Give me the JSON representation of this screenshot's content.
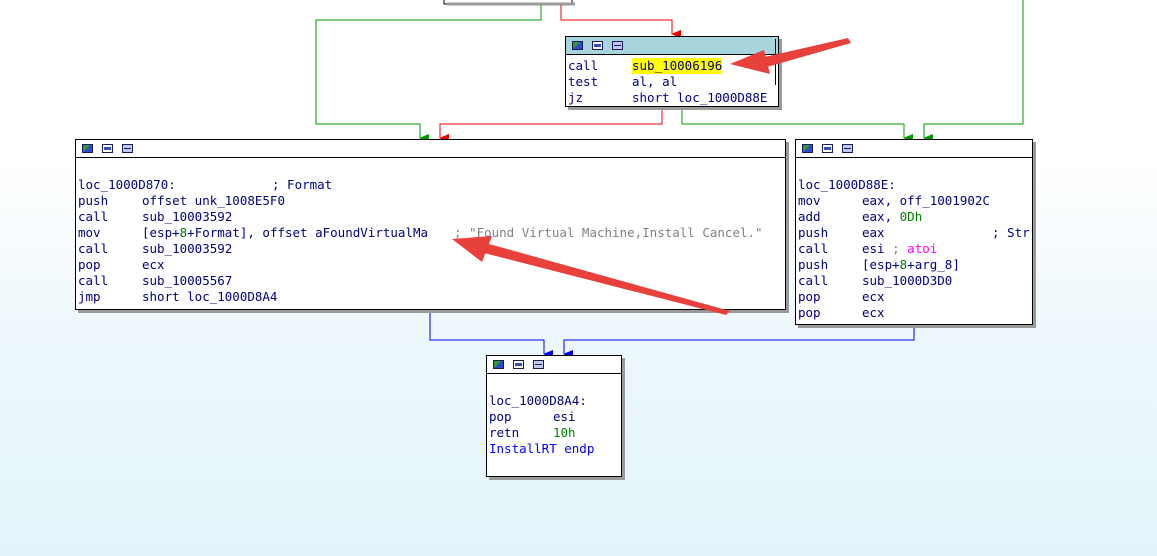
{
  "colors": {
    "true_edge": "#009900",
    "false_edge": "#ee0000",
    "uncond_edge": "#0000ee",
    "annotation_arrow": "#e8413c",
    "highlight": "#ffff00",
    "selected_header": "#a8d4dc"
  },
  "blocks": {
    "b1": {
      "header_icons": [
        "graph-color-icon",
        "graph-block-icon",
        "graph-text-icon"
      ],
      "lines": [
        {
          "mnem": "call",
          "ops": "sub_10006196"
        },
        {
          "mnem": "test",
          "ops": "al, al"
        },
        {
          "mnem": "jz",
          "ops": "short loc_1000D88E"
        }
      ]
    },
    "b2": {
      "label": "loc_1000D870:",
      "label_comment": "; Format",
      "push1": {
        "mnem": "push",
        "ops": "offset unk_1008E5F0"
      },
      "call1": {
        "mnem": "call",
        "ops": "sub_10003592"
      },
      "mov": {
        "mnem": "mov",
        "op_a": "[esp+",
        "op_num": "8",
        "op_b": "+Format], offset aFoundVirtualMa",
        "comment": "; \"Found Virtual Machine,Install Cancel.\""
      },
      "call2": {
        "mnem": "call",
        "ops": "sub_10003592"
      },
      "pop": {
        "mnem": "pop",
        "ops": "ecx"
      },
      "call3": {
        "mnem": "call",
        "ops": "sub_10005567"
      },
      "jmp": {
        "mnem": "jmp",
        "ops": "short loc_1000D8A4"
      }
    },
    "b3": {
      "label": "loc_1000D88E:",
      "mov": {
        "mnem": "mov",
        "ops": "eax, off_1001902C"
      },
      "add": {
        "mnem": "add",
        "op_a": "eax, ",
        "op_num": "0Dh"
      },
      "push1": {
        "mnem": "push",
        "ops": "eax",
        "comment": "; Str"
      },
      "call1": {
        "mnem": "call",
        "ops": "esi",
        "comment": "; ",
        "import": "atoi"
      },
      "push2": {
        "mnem": "push",
        "op_a": "[esp+",
        "op_num": "8",
        "op_b": "+arg_8]"
      },
      "call2": {
        "mnem": "call",
        "ops": "sub_1000D3D0"
      },
      "pop1": {
        "mnem": "pop",
        "ops": "ecx"
      },
      "pop2": {
        "mnem": "pop",
        "ops": "ecx"
      }
    },
    "b4": {
      "label": "loc_1000D8A4:",
      "pop": {
        "mnem": "pop",
        "ops": "esi"
      },
      "retn": {
        "mnem": "retn",
        "op_num": "10h"
      },
      "endp": "InstallRT endp"
    }
  }
}
